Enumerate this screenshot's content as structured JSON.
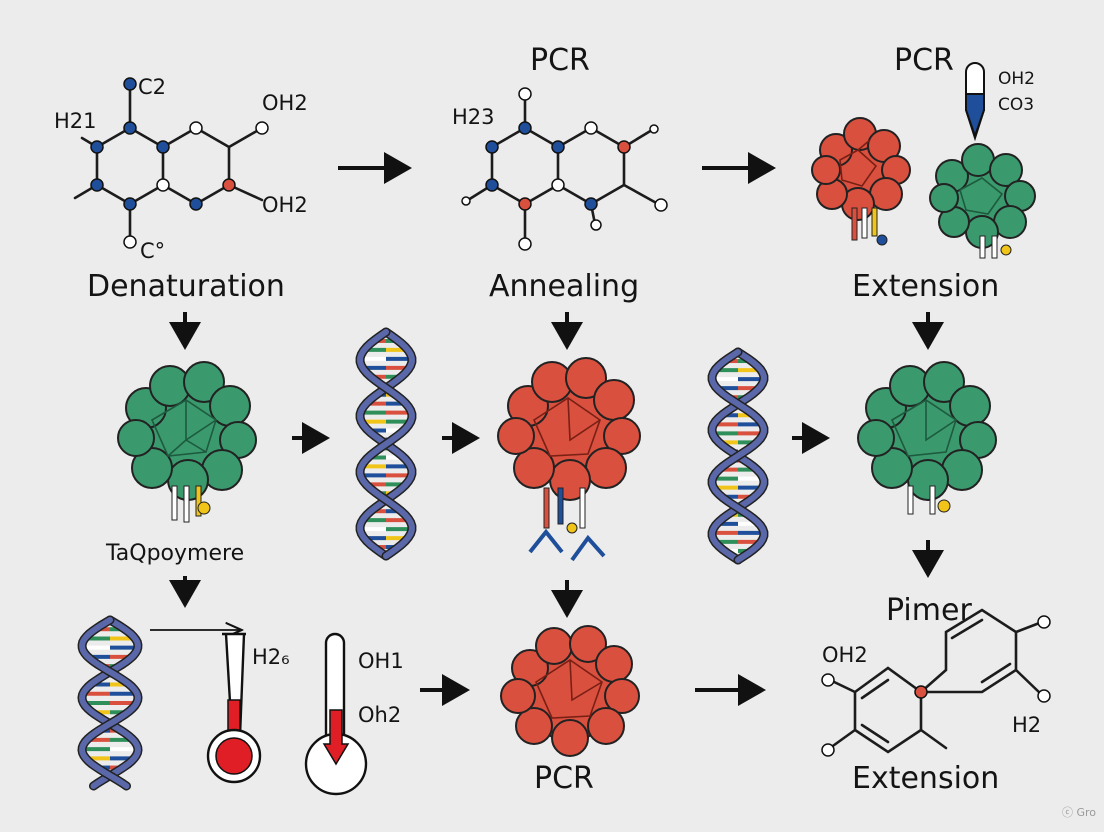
{
  "labels": {
    "denaturation": "Denaturation",
    "annealing": "Annealing",
    "extension_top": "Extension",
    "taq": "TaQpoymere",
    "pimer": "Pimer",
    "extension_bottom": "Extension",
    "pcr_mid": "PCR",
    "pcr_right": "PCR",
    "pcr_bottom": "PCR"
  },
  "chem": {
    "m1_left": "H21",
    "m1_top": "C2",
    "m1_oh_top": "OH2",
    "m1_oh_mid": "OH2",
    "m1_bottom": "C°",
    "m2_left": "H23",
    "tube_oh": "OH2",
    "tube_co": "CO3",
    "therm1": "H2₆",
    "therm2_oh1": "OH1",
    "therm2_oh2": "Oh2",
    "m3_oh": "OH2",
    "m3_h2": "H2"
  },
  "watermark": "ⓒ Gro",
  "colors": {
    "green": "#3a9a6e",
    "red": "#d9503f",
    "blue": "#1f4f9a",
    "helix": "#5a67a8",
    "yellow": "#f0c419"
  }
}
